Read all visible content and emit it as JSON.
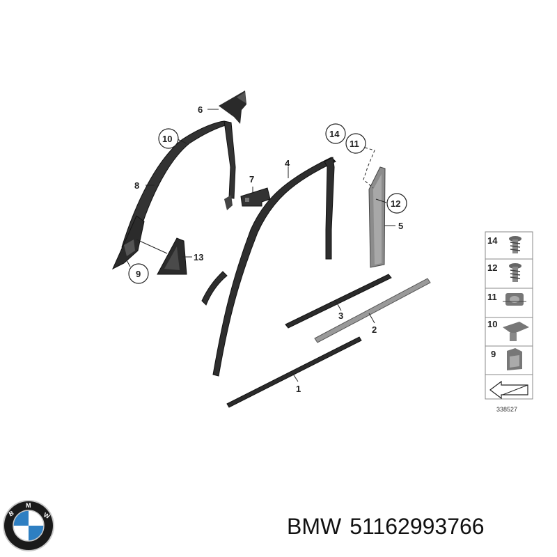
{
  "diagram": {
    "callouts": {
      "c1": "1",
      "c2": "2",
      "c3": "3",
      "c4": "4",
      "c5": "5",
      "c6": "6",
      "c7": "7",
      "c8": "8",
      "c9": "9",
      "c10": "10",
      "c11": "11",
      "c12": "12",
      "c13": "13",
      "c14": "14"
    },
    "legend": [
      "14",
      "12",
      "11",
      "10",
      "9"
    ],
    "drawing_number": "338527"
  },
  "footer": {
    "brand": "BMW",
    "part_number": "51162993766"
  },
  "logo": {
    "text": "BMW",
    "colors": {
      "ring": "#1a1a1a",
      "blue": "#2e7fc2",
      "white": "#ffffff",
      "chrome": "#c9c9c9"
    }
  }
}
